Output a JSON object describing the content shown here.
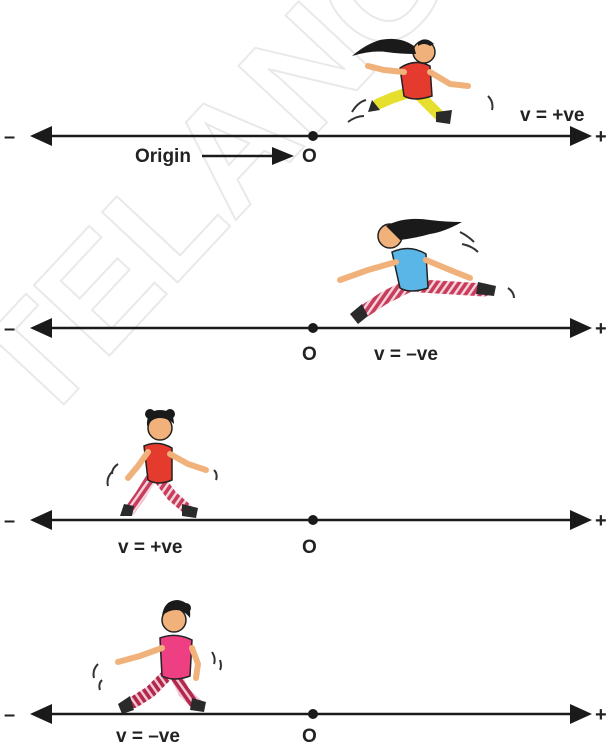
{
  "watermark": "TELANGANA",
  "panels": [
    {
      "id": "panel-1",
      "minus_sign": "–",
      "plus_sign": "+",
      "origin_mark": "O",
      "origin_label": "Origin",
      "velocity_label": "v = +ve",
      "runner": "girl-running-right",
      "direction": "right"
    },
    {
      "id": "panel-2",
      "minus_sign": "–",
      "plus_sign": "+",
      "origin_mark": "O",
      "velocity_label": "v = –ve",
      "runner": "girl-running-left",
      "direction": "left"
    },
    {
      "id": "panel-3",
      "minus_sign": "–",
      "plus_sign": "+",
      "origin_mark": "O",
      "velocity_label": "v = +ve",
      "runner": "boy-walking-right",
      "direction": "right"
    },
    {
      "id": "panel-4",
      "minus_sign": "–",
      "plus_sign": "+",
      "origin_mark": "O",
      "velocity_label": "v = –ve",
      "runner": "girl-walking-left",
      "direction": "left"
    }
  ],
  "colors": {
    "line": "#1a1a1a",
    "text": "#222222",
    "skin": "#f0b27a",
    "hair": "#1a1a1a",
    "red_shirt": "#e53b2f",
    "blue_shirt": "#5ab6e6",
    "pink_shirt": "#ef3f83",
    "yellow_pants": "#e6df2e",
    "stripe_pants": "#c93c5a",
    "stripe_alt": "#f3d6e0",
    "shoe": "#2a2a2a"
  }
}
